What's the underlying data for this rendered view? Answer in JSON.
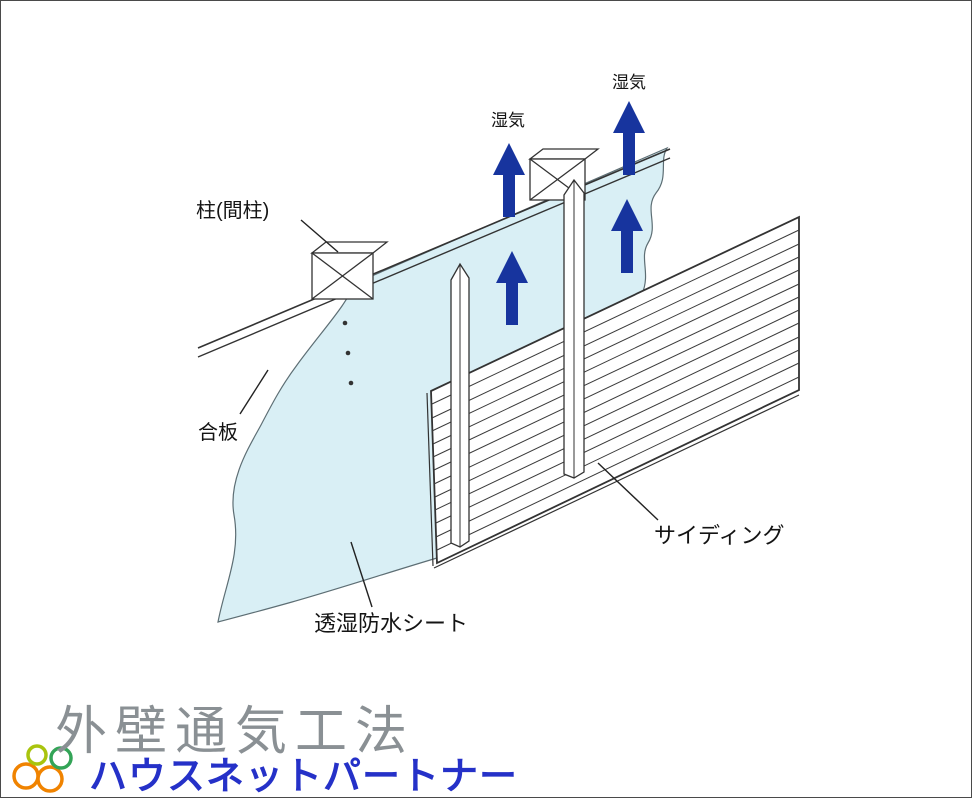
{
  "labels": {
    "moisture_top": "湿気",
    "moisture_mid": "湿気",
    "pillar": "柱(間柱)",
    "plywood": "合板",
    "sheet": "透湿防水シート",
    "siding": "サイディング"
  },
  "footer": {
    "title": "外壁通気工法",
    "brand": "ハウスネットパートナー"
  },
  "colors": {
    "sheet_fill": "#d9eff5",
    "arrow": "#17349e",
    "line": "#333333",
    "title_gray": "#8a9094",
    "brand_blue": "#2531c8",
    "logo_orange": "#f08300",
    "logo_green": "#33a457",
    "logo_yellow_green": "#a9c40e"
  }
}
